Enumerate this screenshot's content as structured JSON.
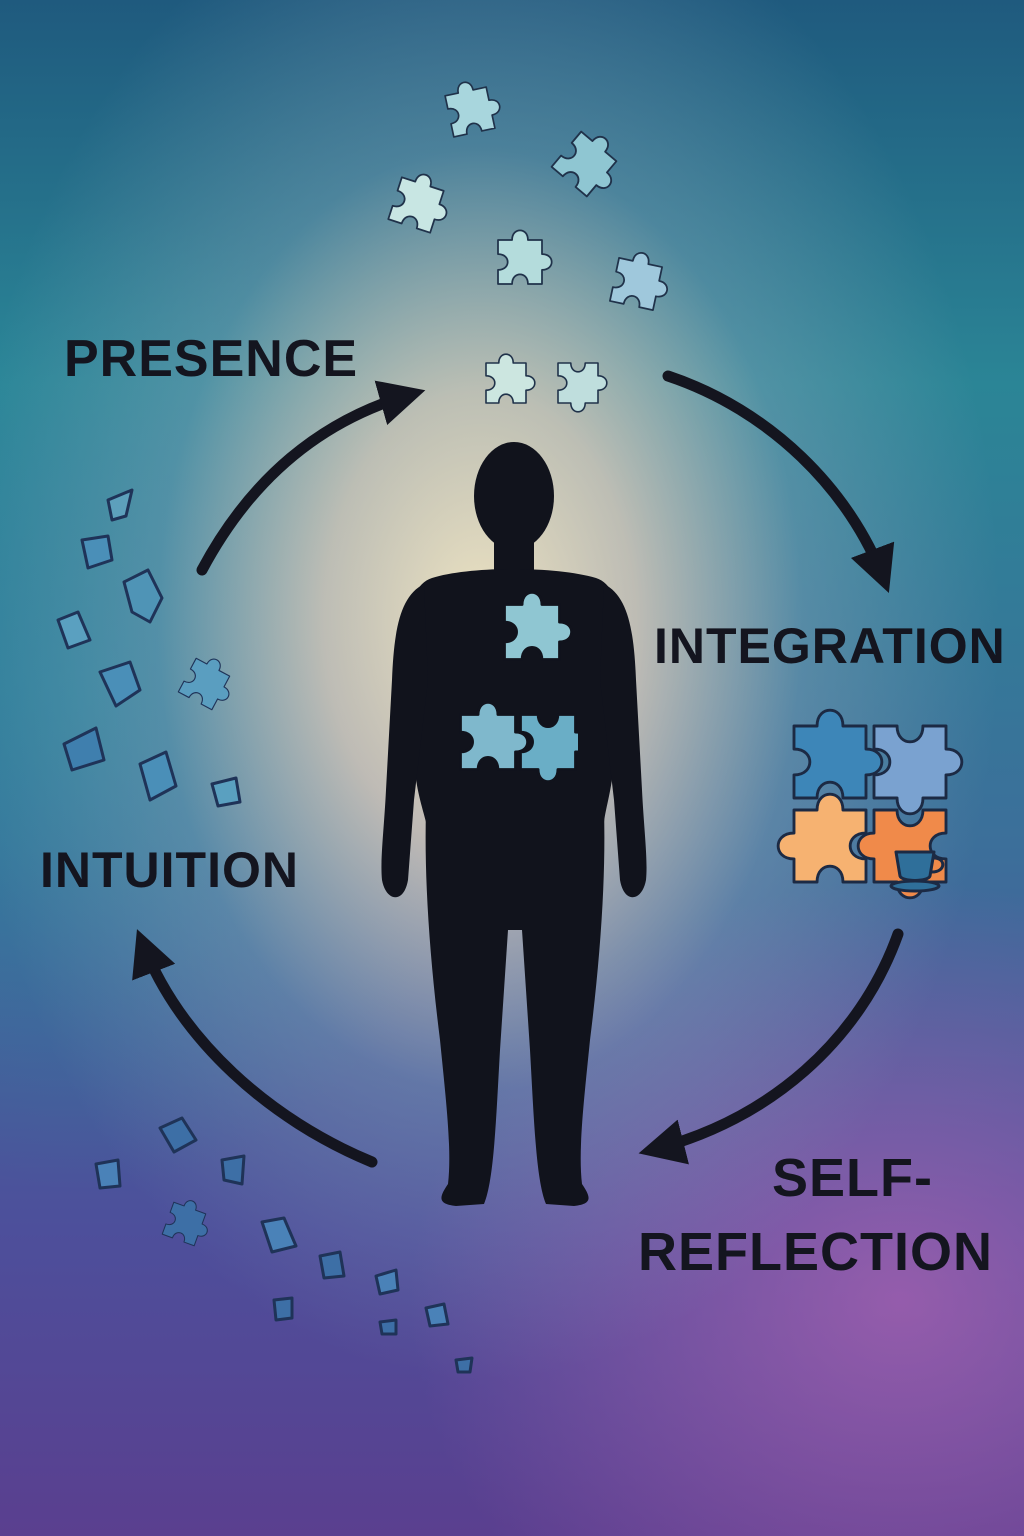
{
  "cycle": {
    "presence": "PRESENCE",
    "integration": "INTEGRATION",
    "intuition": "INTUITION",
    "self_reflection_line1": "SELF-",
    "self_reflection_line2": "REFLECTION"
  },
  "colors": {
    "ink": "#14151f",
    "piece_light": "#8fc6d2",
    "piece_mid": "#5a9ec0",
    "piece_dark": "#3d6fa6",
    "piece_orange": "#f08a4a",
    "piece_peach": "#f6b271"
  }
}
